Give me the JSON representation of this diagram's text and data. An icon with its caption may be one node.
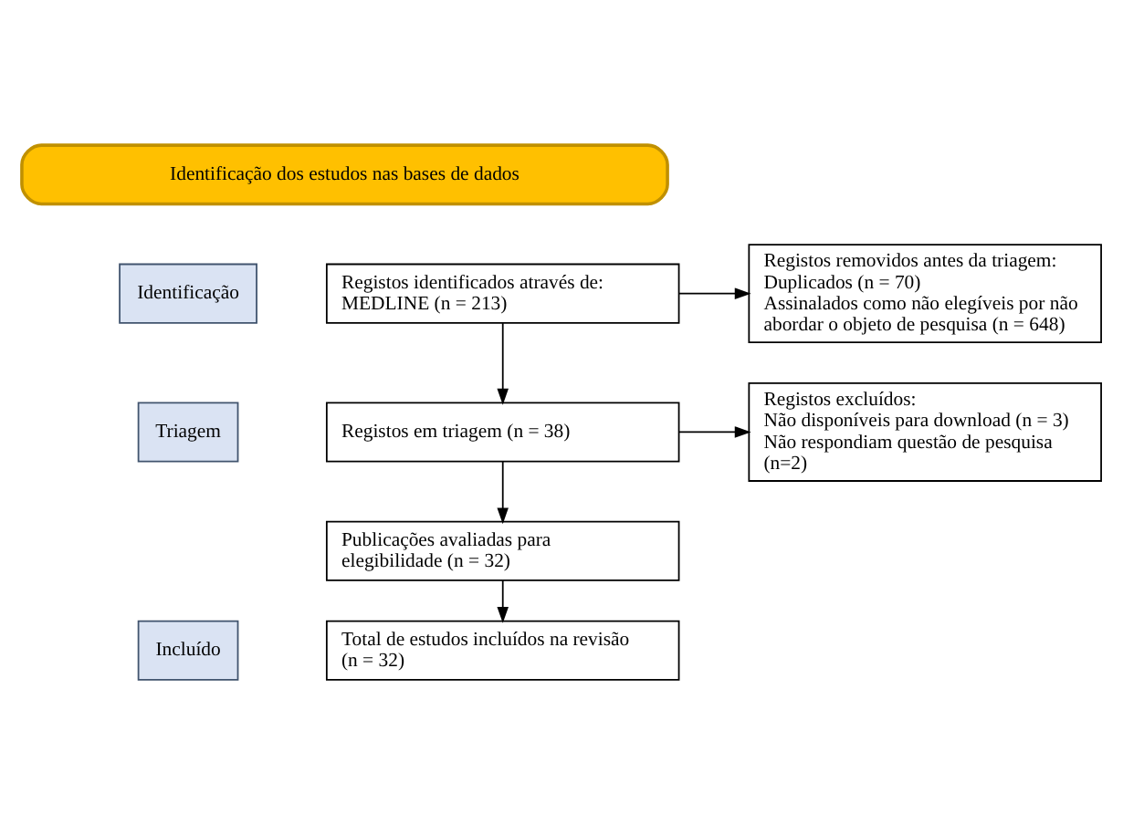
{
  "diagram": {
    "nodes": [
      {
        "text": [
          "Identificação dos estudos nas bases de dados"
        ]
      },
      {
        "text": [
          "Identificação"
        ]
      },
      {
        "text": [
          "Triagem"
        ]
      },
      {
        "text": [
          "Incluído"
        ]
      },
      {
        "text": [
          "Registos identificados através de:",
          "MEDLINE (n = 213)"
        ]
      },
      {
        "text": [
          "Registos removidos antes da triagem:",
          "Duplicados (n = 70)",
          "Assinalados como não elegíveis por não abordar o objeto de pesquisa (n = 648)"
        ]
      },
      {
        "text": [
          "Registos em triagem (n = 38)"
        ]
      },
      {
        "text": [
          "Registos excluídos:",
          "Não disponíveis para download (n = 3)",
          "Não respondiam questão de pesquisa (n=2)"
        ]
      },
      {
        "text": [
          "Publicações avaliadas para elegibilidade (n = 32)"
        ]
      },
      {
        "text": [
          "Total de estudos incluídos na revisão (n = 32)"
        ]
      }
    ],
    "edges": [
      {
        "from": 4,
        "to": 5,
        "arrow": "to"
      },
      {
        "from": 4,
        "to": 6,
        "arrow": "to"
      },
      {
        "from": 6,
        "to": 7,
        "arrow": "to"
      },
      {
        "from": 6,
        "to": 8,
        "arrow": "to"
      },
      {
        "from": 8,
        "to": 9,
        "arrow": "to"
      }
    ]
  }
}
